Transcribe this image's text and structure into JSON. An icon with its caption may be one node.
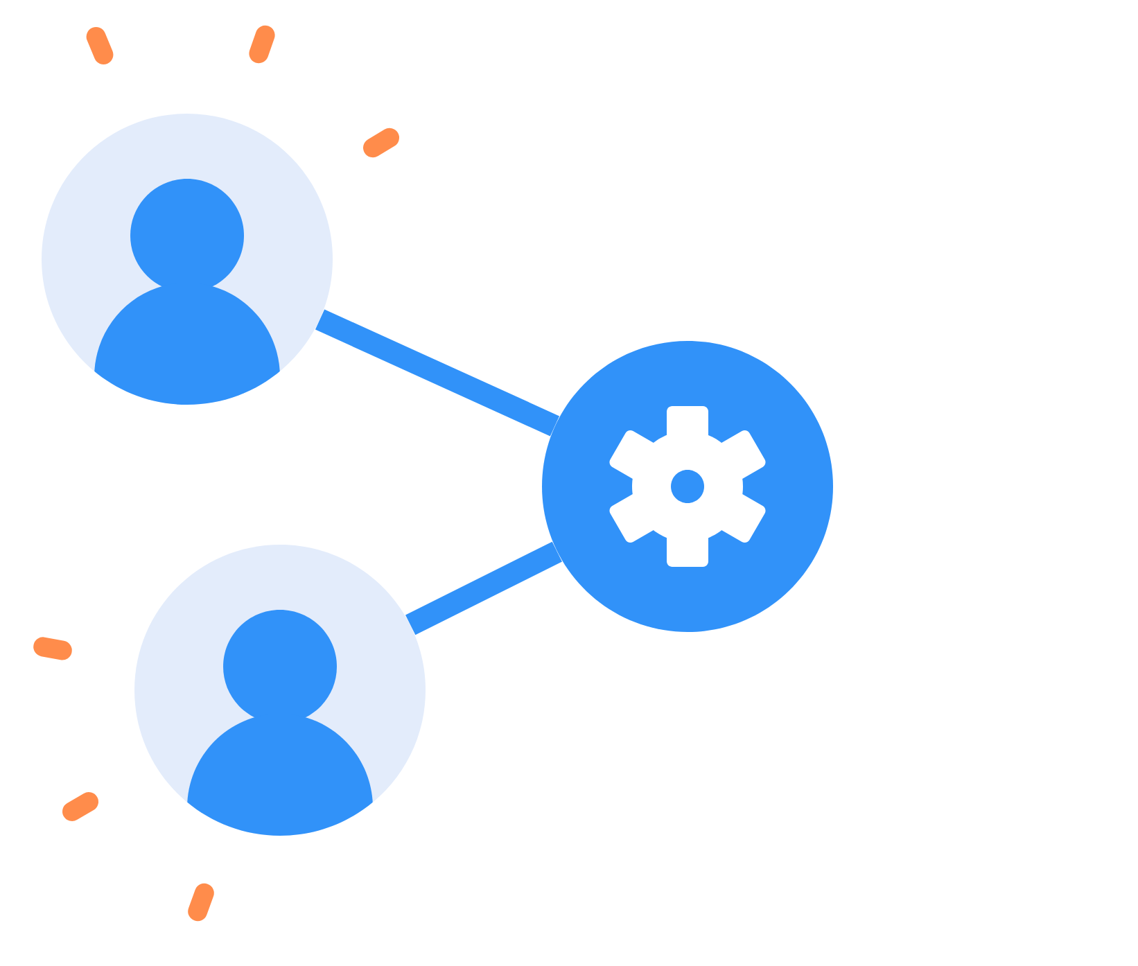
{
  "diagram": {
    "nodes": [
      {
        "text": [],
        "shape": "person"
      },
      {
        "text": [],
        "shape": "person"
      },
      {
        "text": [],
        "shape": "circle"
      }
    ],
    "edges": [
      {
        "from": 0,
        "to": 2,
        "arrow": "none"
      },
      {
        "from": 1,
        "to": 2,
        "arrow": "none"
      }
    ]
  }
}
